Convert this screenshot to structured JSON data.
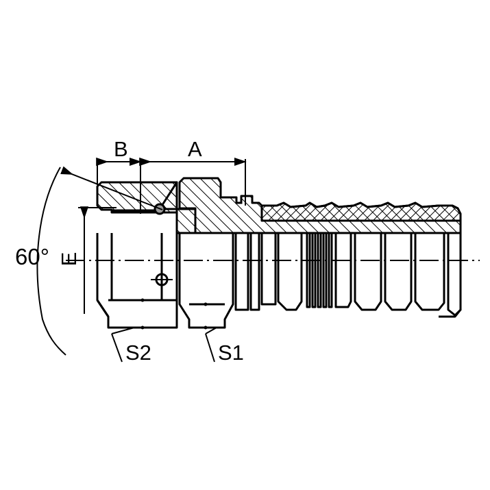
{
  "drawing": {
    "title": "Hydraulic hose fitting cross-section drawing",
    "background_color": "#ffffff",
    "line_color": "#000000",
    "ball_fill_color": "#9a9a9a",
    "labels": {
      "dimension_b": "B",
      "dimension_a": "A",
      "dimension_e": "E",
      "angle": "60°",
      "hex_s2": "S2",
      "hex_s1": "S1"
    },
    "annotations": [
      {
        "name": "dimension-a",
        "text": "A",
        "kind": "linear-dimension",
        "orientation": "horizontal"
      },
      {
        "name": "dimension-b",
        "text": "B",
        "kind": "linear-dimension",
        "orientation": "horizontal"
      },
      {
        "name": "dimension-e",
        "text": "E",
        "kind": "linear-dimension",
        "orientation": "vertical"
      },
      {
        "name": "angle-60",
        "text": "60°",
        "kind": "angular-dimension"
      },
      {
        "name": "hex-size-s2",
        "text": "S2",
        "kind": "leader-callout"
      },
      {
        "name": "hex-size-s1",
        "text": "S1",
        "kind": "leader-callout"
      }
    ],
    "features": {
      "seat_angle": "60°",
      "section_hatching": true,
      "centerline": true,
      "sealing_ball": true,
      "crosshair_symbol": true
    }
  }
}
